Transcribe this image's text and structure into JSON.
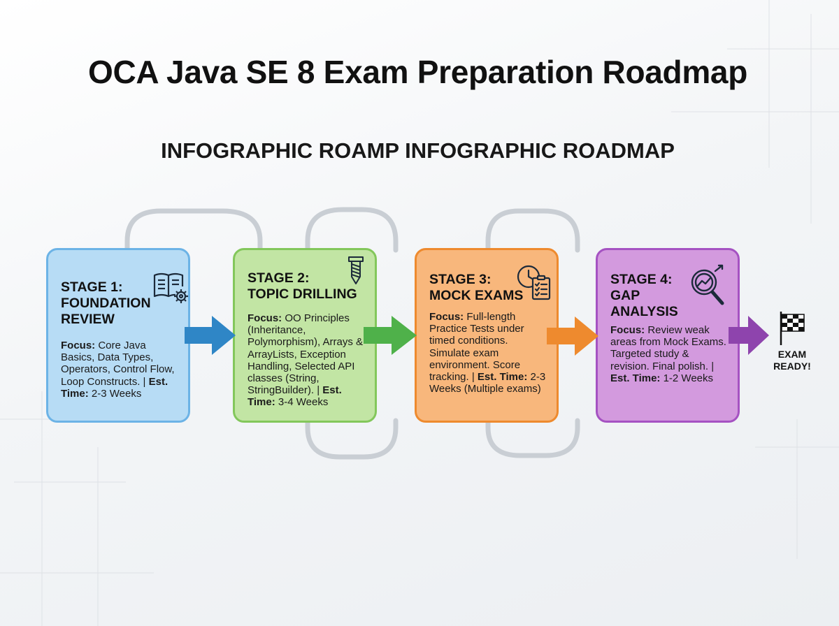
{
  "title": "OCA Java SE 8 Exam Preparation Roadmap",
  "subtitle": "INFOGRAPHIC ROAMP INFOGRAPHIC ROADMAP",
  "stages": [
    {
      "heading": "STAGE 1:\nFOUNDATION\nREVIEW",
      "focus_label": "Focus:",
      "focus_text": " Core Java Basics, Data Types, Operators, Control Flow, Loop Constructs. | ",
      "time_label": "Est. Time:",
      "time_text": " 2-3 Weeks",
      "icon": "book-gear-icon",
      "color": "#6cb3e6"
    },
    {
      "heading": "STAGE 2:\nTOPIC DRILLING",
      "focus_label": "Focus:",
      "focus_text": " OO Principles (Inheritance, Polymorphism), Arrays & ArrayLists, Exception Handling, Selected API classes (String, StringBuilder). | ",
      "time_label": "Est. Time:",
      "time_text": " 3-4 Weeks",
      "icon": "screw-icon",
      "color": "#83c75b"
    },
    {
      "heading": "STAGE 3:\nMOCK EXAMS",
      "focus_label": "Focus:",
      "focus_text": " Full-length Practice Tests under timed conditions. Simulate exam environment. Score tracking. | ",
      "time_label": "Est. Time:",
      "time_text": " 2-3 Weeks (Multiple exams)",
      "icon": "clock-checklist-icon",
      "color": "#ee8a2e"
    },
    {
      "heading": "STAGE 4:\nGAP\nANALYSIS",
      "focus_label": "Focus:",
      "focus_text": " Review weak areas from Mock Exams. Targeted study & revision. Final polish. | ",
      "time_label": "Est. Time:",
      "time_text": " 1-2 Weeks",
      "icon": "magnifier-chart-icon",
      "color": "#a552c2"
    }
  ],
  "finish": {
    "label": "EXAM READY!",
    "icon": "checkered-flag-icon"
  }
}
